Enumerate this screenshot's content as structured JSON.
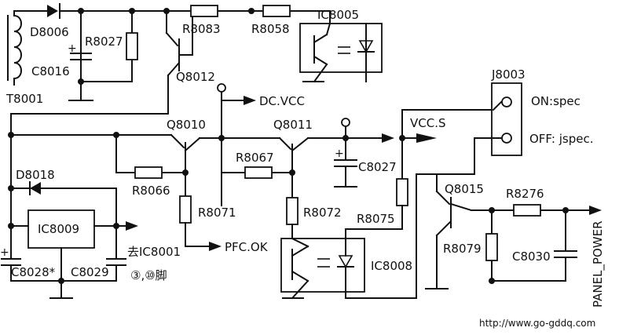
{
  "title": "",
  "components": {
    "transformer": "T8001",
    "diode_top": "D8006",
    "r8027": "R8027",
    "c8016": "C8016",
    "r8083": "R8083",
    "r8058": "R8058",
    "ic8005": "IC8005",
    "q8012": "Q8012",
    "dc_vcc": "DC.VCC",
    "q8010": "Q8010",
    "q8011": "Q8011",
    "r8067": "R8067",
    "c8027": "C8027",
    "vcc_s": "VCC.S",
    "d8018": "D8018",
    "r8066": "R8066",
    "r8071": "R8071",
    "r8072": "R8072",
    "r8075": "R8075",
    "ic8009": "IC8009",
    "c8028": "C8028*",
    "c8029": "C8029",
    "to_ic8001": "去IC8001",
    "pins": "③,⑩脚",
    "pfc_ok": "PFC.OK",
    "ic8008": "IC8008",
    "j8003": "J8003",
    "on_spec": "ON:spec",
    "off_jspec": "OFF: jspec.",
    "q8015": "Q8015",
    "r8276": "R8276",
    "r8079": "R8079",
    "c8030": "C8030",
    "panel_power": "PANEL_POWER"
  },
  "watermark": "http://www.go-gddq.com"
}
